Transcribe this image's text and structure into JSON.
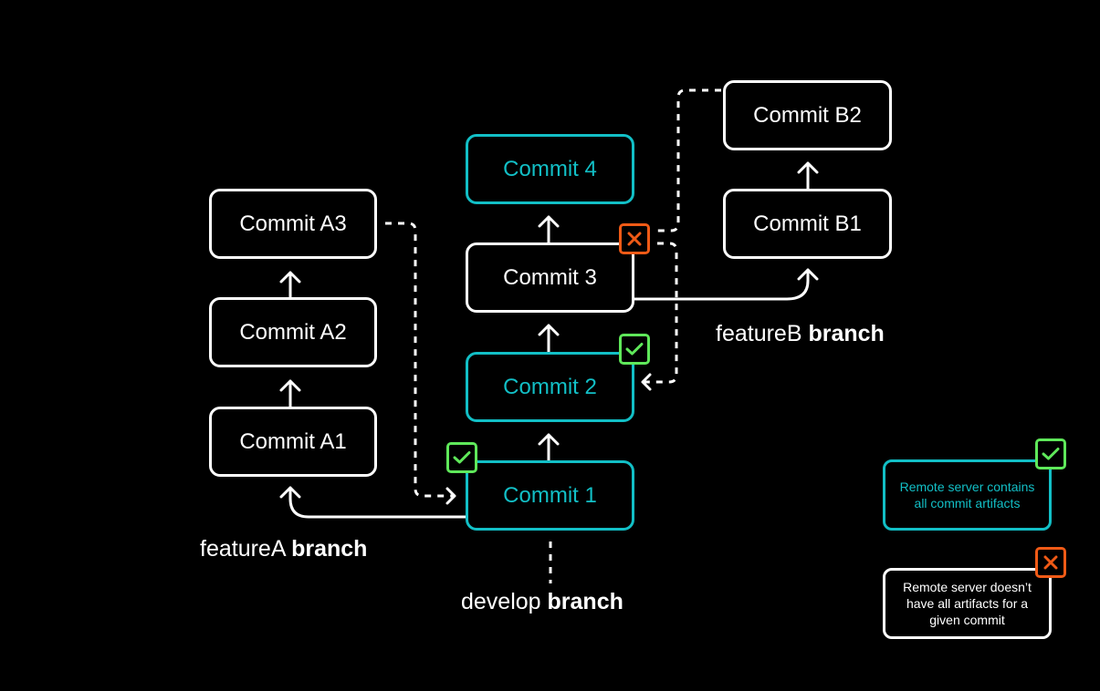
{
  "commits": {
    "a1": "Commit A1",
    "a2": "Commit A2",
    "a3": "Commit A3",
    "c1": "Commit 1",
    "c2": "Commit 2",
    "c3": "Commit 3",
    "c4": "Commit 4",
    "b1": "Commit B1",
    "b2": "Commit B2"
  },
  "branches": {
    "featureA": {
      "name": "featureA",
      "suffix": "branch"
    },
    "develop": {
      "name": "develop",
      "suffix": "branch"
    },
    "featureB": {
      "name": "featureB",
      "suffix": "branch"
    }
  },
  "legend": {
    "ok": "Remote server contains all commit artifacts",
    "bad": "Remote server doesn’t have all artifacts for a given commit"
  },
  "status": {
    "c1": "ok",
    "c2": "ok",
    "c3": "bad"
  },
  "colors": {
    "teal": "#12bfc6",
    "ok": "#5fe85a",
    "bad": "#f05a16",
    "line": "#ffffff",
    "background": "#000000"
  },
  "icons": {
    "ok": "check-icon",
    "bad": "x-icon"
  }
}
